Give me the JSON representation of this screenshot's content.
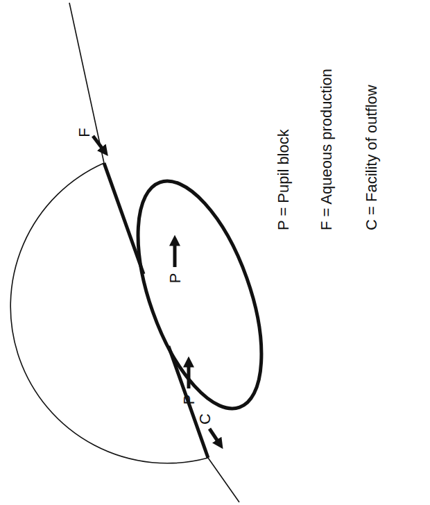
{
  "diagram": {
    "labels": [
      "P = Pupil block",
      "F = Aqueous production",
      "C = Facility of outflow",
      "F",
      "P",
      "P",
      "C"
    ]
  }
}
